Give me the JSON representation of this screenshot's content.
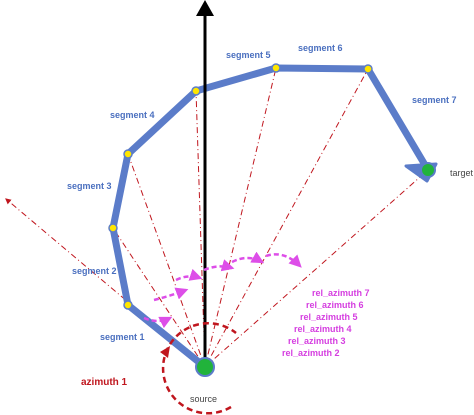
{
  "colors": {
    "path": "#5b7cc9",
    "dashed_lines": "#c0161e",
    "azimuth_arrow": "#c0161e",
    "relative_arcs": "#dd4ee8",
    "node_fill": "#ffe600",
    "end_nodes": "#21b33b",
    "north_arrow": "#000000",
    "segment_text": "#4a6fbf",
    "relative_text": "#d53ee0",
    "azimuth_text": "#c0161e"
  },
  "labels": {
    "source": "source",
    "target": "target",
    "azimuth": "azimuth 1",
    "segments": [
      "segment 1",
      "segment 2",
      "segment 3",
      "segment 4",
      "segment 5",
      "segment 6",
      "segment 7"
    ],
    "relative_azimuths": [
      "rel_azimuth 7",
      "rel_azimuth 6",
      "rel_azimuth 5",
      "rel_azimuth 4",
      "rel_azimuth 3",
      "rel_azimuth 2"
    ]
  }
}
